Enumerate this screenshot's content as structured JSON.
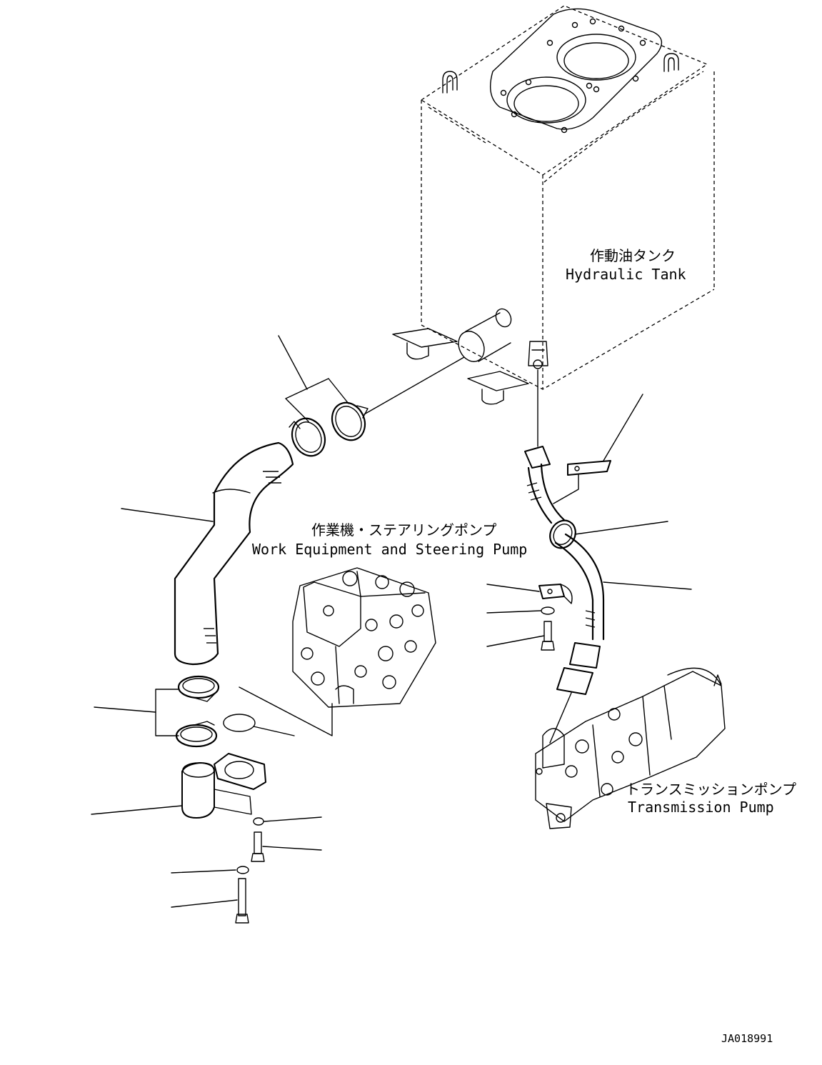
{
  "labels": {
    "hydraulic_tank_jp": "作動油タンク",
    "hydraulic_tank_en": "Hydraulic Tank",
    "work_pump_jp": "作業機・ステアリングポンプ",
    "work_pump_en": "Work Equipment and Steering Pump",
    "transmission_pump_jp": "トランスミッションポンプ",
    "transmission_pump_en": "Transmission Pump",
    "drawing_code": "JA018991"
  },
  "colors": {
    "line": "#000000",
    "background": "#ffffff"
  }
}
